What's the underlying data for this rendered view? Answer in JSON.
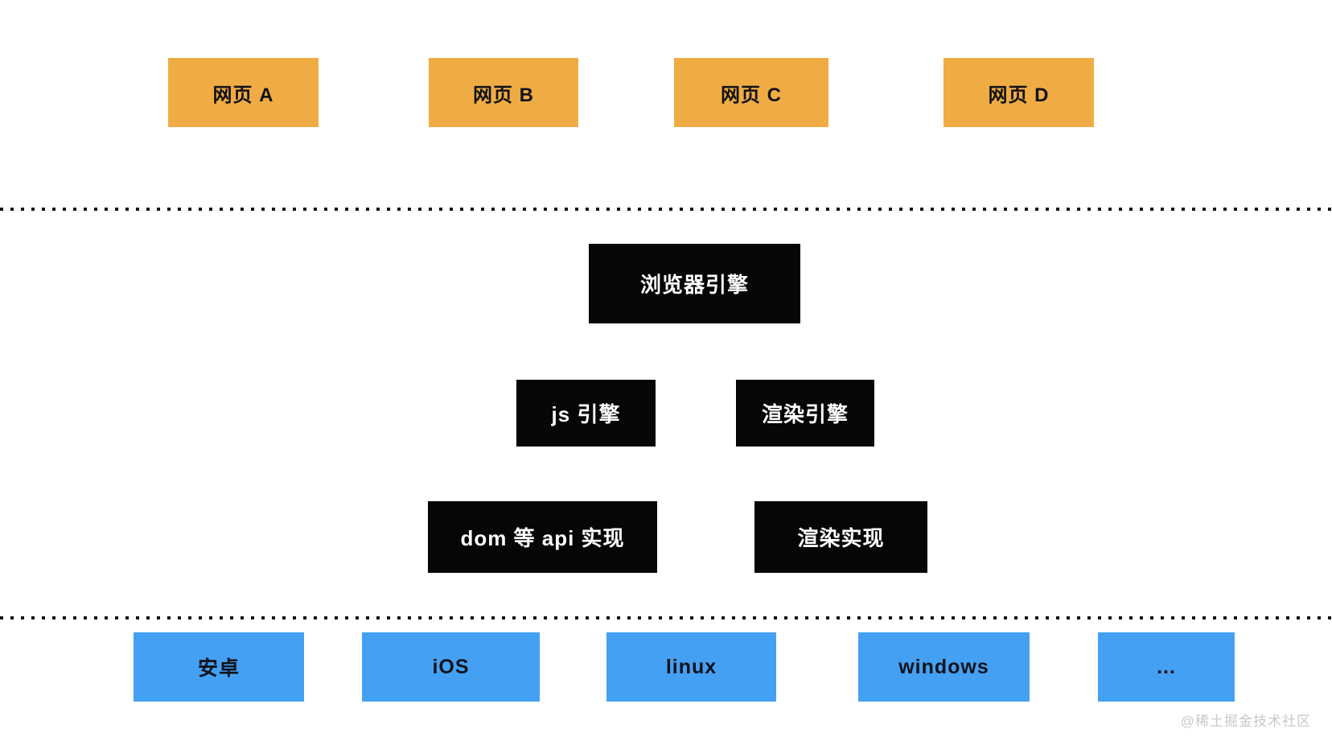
{
  "diagram": {
    "web_pages_row": [
      {
        "label": "网页 A"
      },
      {
        "label": "网页 B"
      },
      {
        "label": "网页 C"
      },
      {
        "label": "网页 D"
      }
    ],
    "browser_engine": {
      "label": "浏览器引擎"
    },
    "engines_row": [
      {
        "label": "js 引擎"
      },
      {
        "label": "渲染引擎"
      }
    ],
    "impl_row": [
      {
        "label": "dom 等 api 实现"
      },
      {
        "label": "渲染实现"
      }
    ],
    "platforms_row": [
      {
        "label": "安卓"
      },
      {
        "label": "iOS"
      },
      {
        "label": "linux"
      },
      {
        "label": "windows"
      },
      {
        "label": "..."
      }
    ],
    "watermark": "@稀土掘金技术社区",
    "colors": {
      "web_page_box": "#F0AC44",
      "engine_box": "#060606",
      "platform_box": "#44A0F3",
      "separator_dot": "#151515",
      "watermark_text": "#c8c8c8"
    }
  }
}
